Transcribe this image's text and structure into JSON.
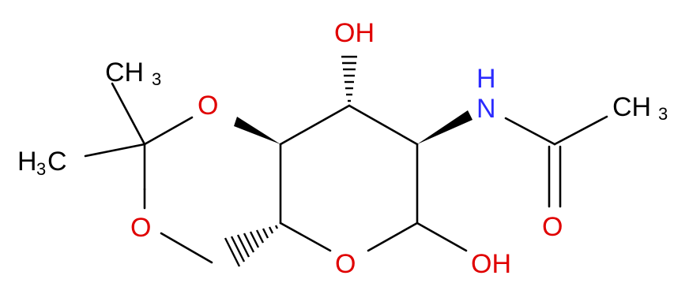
{
  "molecule": {
    "labels": {
      "oh_top": "OH",
      "nh": "H",
      "n": "N",
      "ch3_top_left": {
        "main": "CH",
        "sub": "3"
      },
      "h3c_left": {
        "main": "H",
        "sub": "3",
        "tail": "C"
      },
      "ch3_right": {
        "main": "CH",
        "sub": "3"
      },
      "o_ring_upper": "O",
      "o_ring_left": "O",
      "o_pyran": "O",
      "oh_bottom": "OH",
      "o_carbonyl": "O"
    },
    "colors": {
      "carbon": "#000000",
      "oxygen": "#e00000",
      "nitrogen": "#2b2bff"
    }
  }
}
